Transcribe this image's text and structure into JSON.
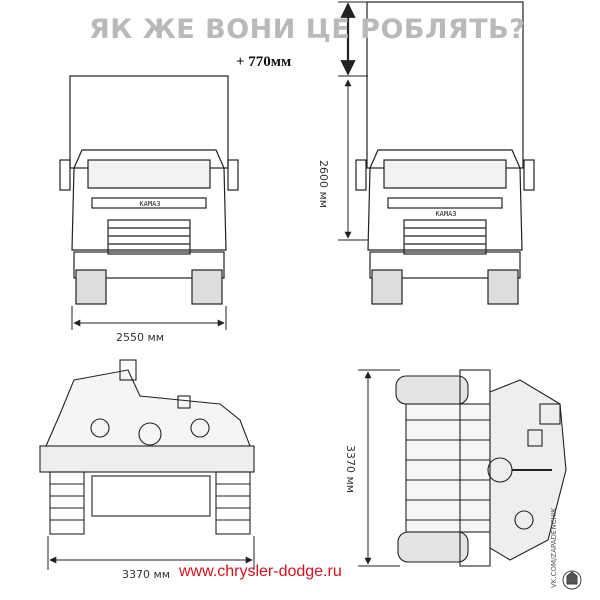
{
  "headline": "ЯК ЖЕ ВОНИ ЦЕ РОБЛЯТЬ?",
  "extra_height": "+ 770мм",
  "truck": {
    "width_label": "2550 мм",
    "height_label": "2600 мм",
    "grille_text": "КАМАЗ"
  },
  "tank": {
    "width_label": "3370 мм",
    "length_label": "3370 мм"
  },
  "url": "www.chrysler-dodge.ru",
  "watermark": "VK.COM/ZAPADENCHIK",
  "colors": {
    "line": "#222222",
    "headline": "#b9b9b9",
    "url": "#d1121b"
  }
}
